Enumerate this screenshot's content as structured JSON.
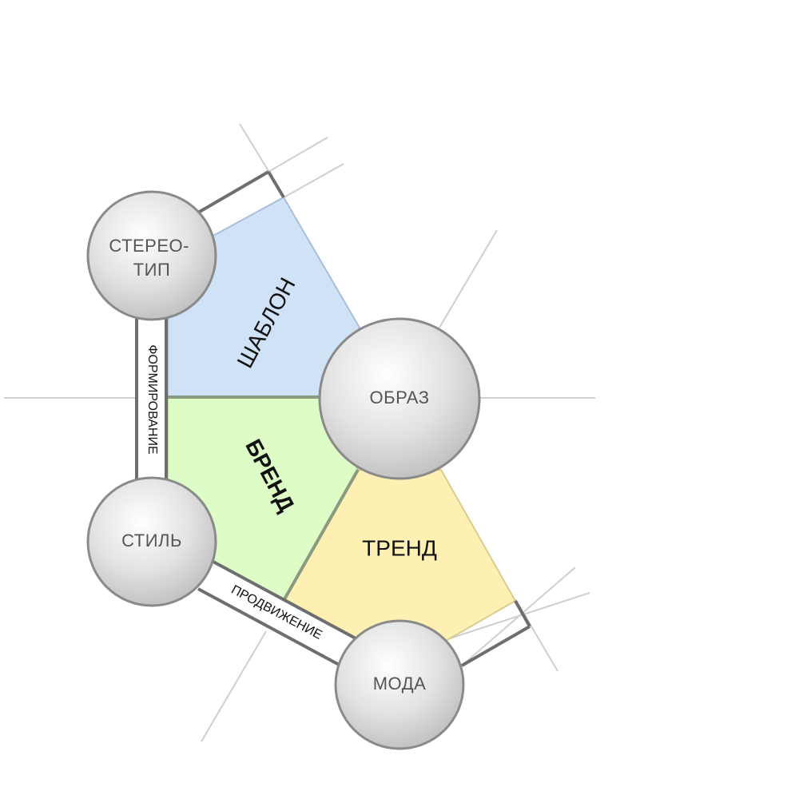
{
  "nodes": {
    "stereotype": "СТЕРЕО-\nТИП",
    "image": "ОБРАЗ",
    "style": "СТИЛЬ",
    "fashion": "МОДА"
  },
  "regions": {
    "template": "ШАБЛОН",
    "brand": "БРЕНД",
    "trend": "ТРЕНД"
  },
  "bars": {
    "formation": "ФОРМИРОВАНИЕ",
    "promotion": "ПРОДВИЖЕНИЕ"
  },
  "colors": {
    "template_fill": "#cfe2f6",
    "brand_fill": "#ddfcc6",
    "trend_fill": "#fef0b2",
    "divider": "#8a9a80",
    "circle_light": "#ffffff",
    "circle_dark": "#bdbdbd"
  }
}
